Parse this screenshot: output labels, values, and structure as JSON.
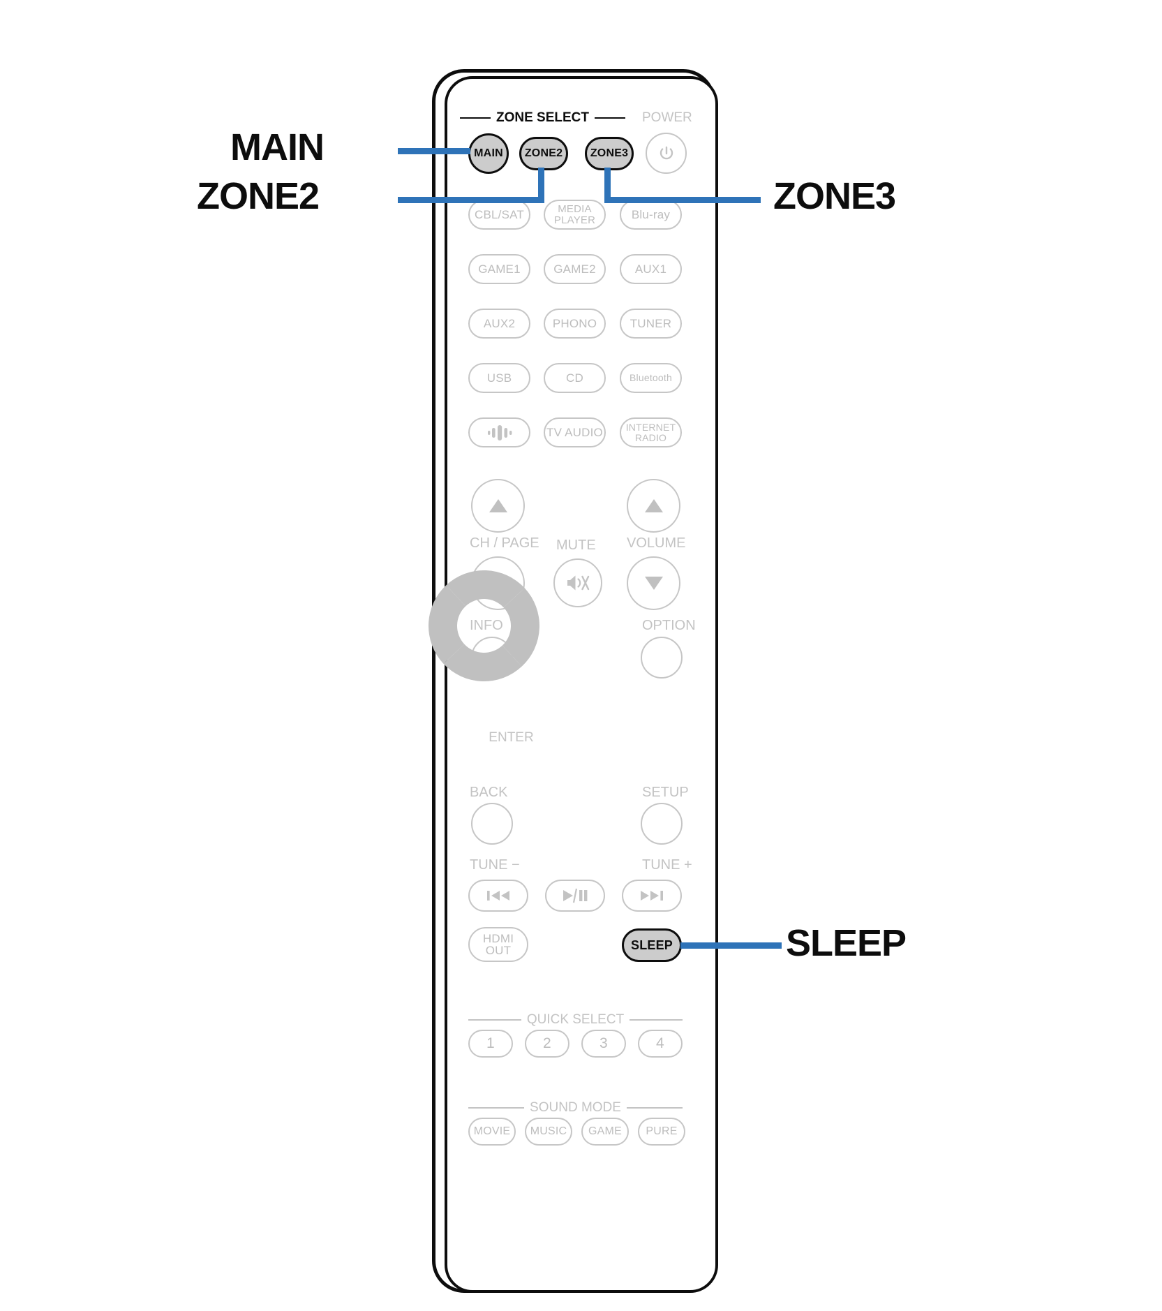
{
  "diagram": {
    "device": "remote-control",
    "accent_color": "#2e73b8",
    "highlight_fill": "#cccccc",
    "outline_color": "#0d0d0d",
    "inactive_color": "#c3c3c3"
  },
  "callouts": [
    {
      "id": "main",
      "label": "MAIN"
    },
    {
      "id": "zone2",
      "label": "ZONE2"
    },
    {
      "id": "zone3",
      "label": "ZONE3"
    },
    {
      "id": "sleep",
      "label": "SLEEP"
    }
  ],
  "sections": {
    "zone_select": "ZONE SELECT",
    "quick_select": "QUICK SELECT",
    "sound_mode": "SOUND MODE"
  },
  "labels": {
    "power": "POWER",
    "ch_page": "CH / PAGE",
    "mute": "MUTE",
    "volume": "VOLUME",
    "info": "INFO",
    "option": "OPTION",
    "enter": "ENTER",
    "back": "BACK",
    "setup": "SETUP",
    "tune_minus": "TUNE −",
    "tune_plus": "TUNE +"
  },
  "zone_buttons": [
    {
      "label": "MAIN",
      "highlighted": true,
      "shape": "round"
    },
    {
      "label": "ZONE2",
      "highlighted": true,
      "shape": "pill"
    },
    {
      "label": "ZONE3",
      "highlighted": true,
      "shape": "pill"
    }
  ],
  "power_button": {
    "icon": "power-icon",
    "highlighted": false
  },
  "input_rows": [
    [
      {
        "label": "CBL/SAT"
      },
      {
        "label": "MEDIA\nPLAYER"
      },
      {
        "label": "Blu-ray"
      }
    ],
    [
      {
        "label": "GAME1"
      },
      {
        "label": "GAME2"
      },
      {
        "label": "AUX1"
      }
    ],
    [
      {
        "label": "AUX2"
      },
      {
        "label": "PHONO"
      },
      {
        "label": "TUNER"
      }
    ],
    [
      {
        "label": "USB"
      },
      {
        "label": "CD"
      },
      {
        "label": "Bluetooth"
      }
    ],
    [
      {
        "label": "",
        "icon": "heos-icon"
      },
      {
        "label": "TV AUDIO"
      },
      {
        "label": "INTERNET\nRADIO"
      }
    ]
  ],
  "transport": {
    "prev": {
      "icon": "skip-back-icon",
      "label": "⏮"
    },
    "playpause": {
      "icon": "play-pause-icon",
      "label": "▶/❘❘"
    },
    "next": {
      "icon": "skip-forward-icon",
      "label": "⏭"
    }
  },
  "hdmi_out": {
    "label": "HDMI\nOUT"
  },
  "sleep_button": {
    "label": "SLEEP",
    "highlighted": true
  },
  "quick_select_buttons": [
    {
      "label": "1"
    },
    {
      "label": "2"
    },
    {
      "label": "3"
    },
    {
      "label": "4"
    }
  ],
  "sound_mode_buttons": [
    {
      "label": "MOVIE"
    },
    {
      "label": "MUSIC"
    },
    {
      "label": "GAME"
    },
    {
      "label": "PURE"
    }
  ]
}
